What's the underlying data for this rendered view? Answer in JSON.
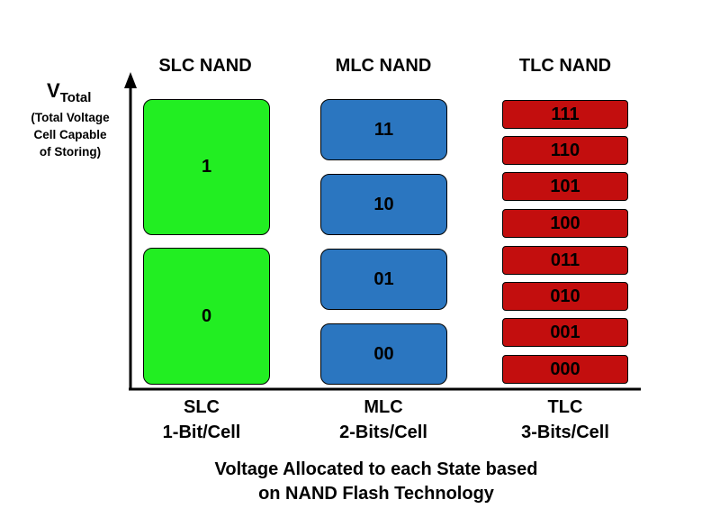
{
  "columns": [
    {
      "title": "SLC NAND",
      "type_label": "SLC",
      "bits_label": "1-Bit/Cell",
      "states": [
        "1",
        "0"
      ]
    },
    {
      "title": "MLC NAND",
      "type_label": "MLC",
      "bits_label": "2-Bits/Cell",
      "states": [
        "11",
        "10",
        "01",
        "00"
      ]
    },
    {
      "title": "TLC NAND",
      "type_label": "TLC",
      "bits_label": "3-Bits/Cell",
      "states": [
        "111",
        "110",
        "101",
        "100",
        "011",
        "010",
        "001",
        "000"
      ]
    }
  ],
  "y_axis": {
    "symbol": "V",
    "subscript": "Total",
    "description_lines": [
      "(Total Voltage",
      "Cell Capable",
      "of Storing)"
    ]
  },
  "caption_lines": [
    "Voltage Allocated to each State based",
    "on NAND Flash Technology"
  ],
  "colors": {
    "slc": "#22ee22",
    "mlc": "#2b76c0",
    "tlc": "#c30e0e"
  }
}
